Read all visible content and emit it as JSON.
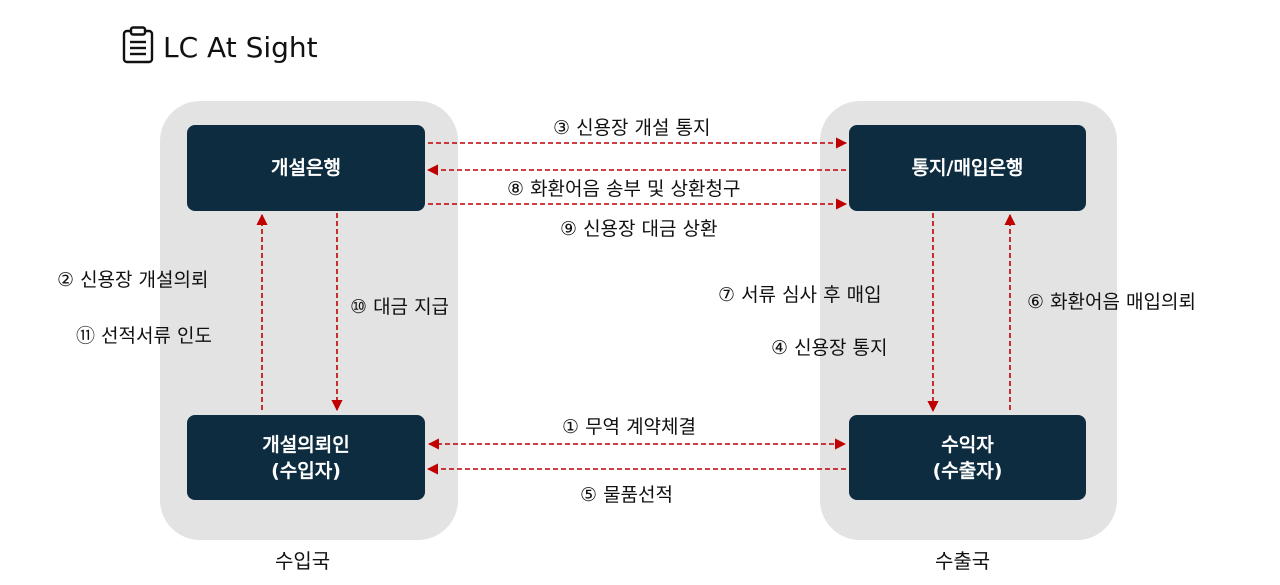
{
  "title": "LC At Sight",
  "regions": {
    "left": "수입국",
    "right": "수출국"
  },
  "boxes": {
    "issuing_bank": "개설은행",
    "advising_bank": "통지/매입은행",
    "applicant_line1": "개설의뢰인",
    "applicant_line2": "(수입자)",
    "beneficiary_line1": "수익자",
    "beneficiary_line2": "(수출자)"
  },
  "steps": {
    "s1": "① 무역 계약체결",
    "s2": "② 신용장 개설의뢰",
    "s3": "③ 신용장 개설 통지",
    "s4": "④ 신용장 통지",
    "s5": "⑤ 물품선적",
    "s6": "⑥ 화환어음 매입의뢰",
    "s7": "⑦ 서류 심사 후 매입",
    "s8": "⑧ 화환어음 송부 및 상환청구",
    "s9": "⑨ 신용장 대금 상환",
    "s10": "⑩ 대금 지급",
    "s11": "⑪ 선적서류 인도"
  },
  "colors": {
    "box": "#0e2c3f",
    "region": "#e3e3e3",
    "arrow": "#c00000"
  }
}
